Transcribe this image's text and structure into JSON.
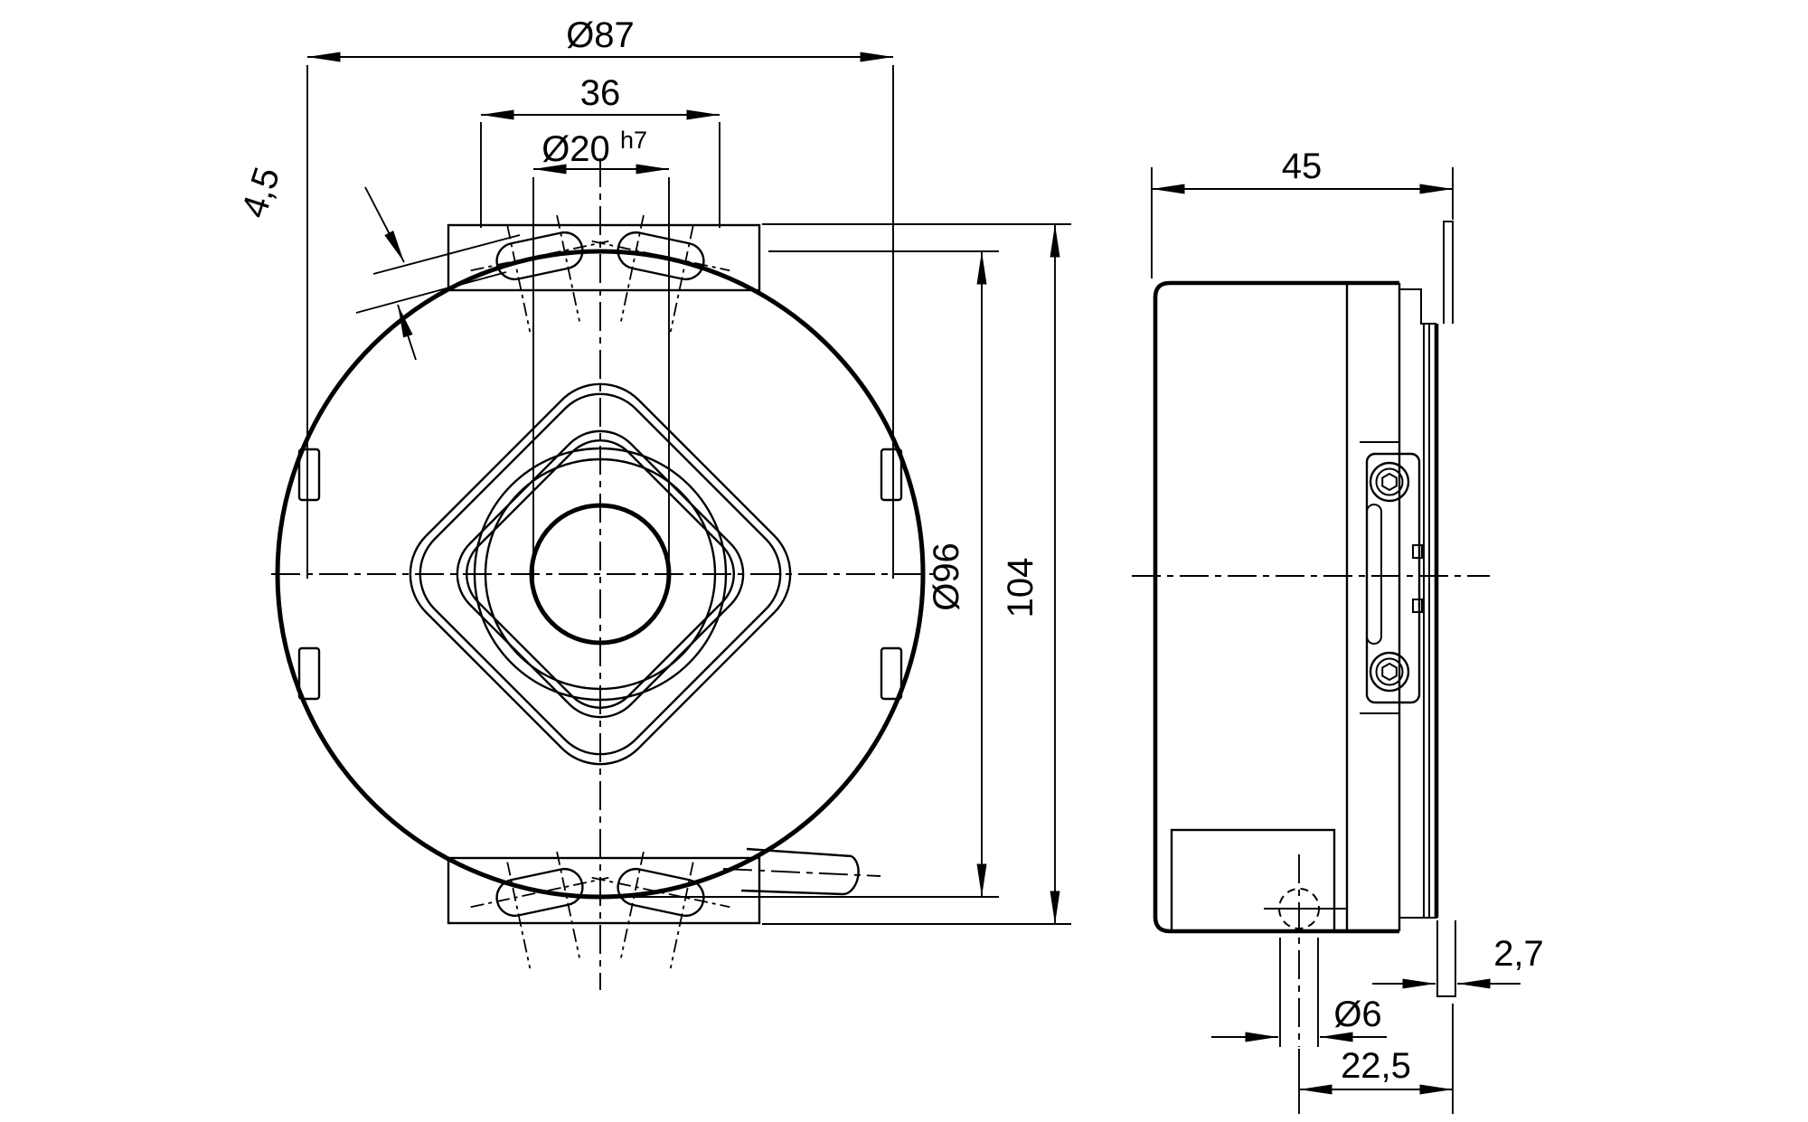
{
  "page": {
    "background": "#ffffff",
    "line_color": "#000000",
    "description": "Technical dimension drawing, rotary encoder front and side views"
  },
  "front_view": {
    "dimensions": {
      "flange_diameter": "Ø87",
      "slot_span": "36",
      "shaft_diameter": "Ø20",
      "shaft_tolerance": "h7",
      "slot_width": "4,5",
      "body_diameter": "Ø96",
      "overall_height": "104"
    }
  },
  "side_view": {
    "dimensions": {
      "depth": "45",
      "spring_plate_thickness": "2,7",
      "cable_diameter": "Ø6",
      "cable_offset": "22,5"
    }
  }
}
